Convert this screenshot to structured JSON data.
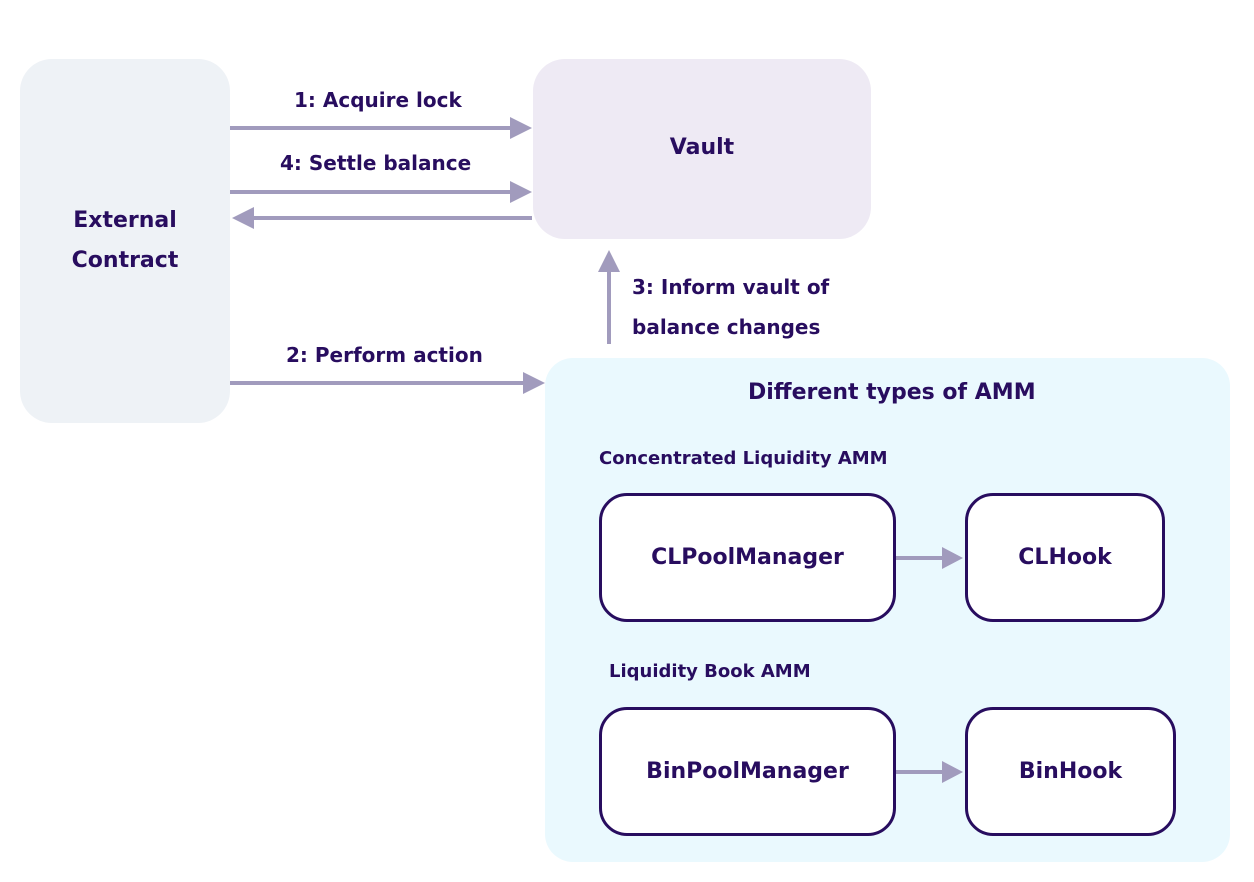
{
  "nodes": {
    "external_line1": "External",
    "external_line2": "Contract",
    "vault": "Vault",
    "amm_group_title": "Different types of AMM",
    "cl_section_title": "Concentrated Liquidity AMM",
    "cl_pool_manager": "CLPoolManager",
    "cl_hook": "CLHook",
    "lb_section_title": "Liquidity Book AMM",
    "bin_pool_manager": "BinPoolManager",
    "bin_hook": "BinHook"
  },
  "edges": {
    "acquire_lock": "1: Acquire lock",
    "perform_action": "2: Perform action",
    "inform_line1": "3: Inform vault of",
    "inform_line2": "balance changes",
    "settle_balance": "4:  Settle balance"
  },
  "colors": {
    "text": "#280d5f",
    "arrow": "#a19bbd",
    "external_bg": "#eef2f6",
    "vault_bg": "#eeeaf4",
    "amm_bg": "#eaf9fe"
  }
}
